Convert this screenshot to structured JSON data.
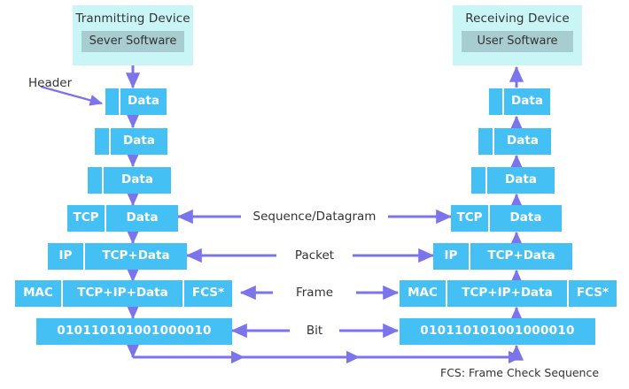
{
  "diagram": {
    "title": "TCP/IP encapsulation and decapsulation between transmitting and receiving devices",
    "colors": {
      "block_blue": "#45c0f5",
      "panel_cyan": "#c9f5f7",
      "panel_inner": "#a8cdd0",
      "arrow_purple": "#7b74ea",
      "text_dark": "#333333",
      "block_text": "#ffffff",
      "background": "#ffffff"
    }
  },
  "transmitter": {
    "device_title": "Tranmitting Device",
    "software_label": "Sever Software"
  },
  "receiver": {
    "device_title": "Receiving Device",
    "software_label": "User Software"
  },
  "annotations": {
    "header_label": "Header",
    "footnote": "FCS: Frame Check Sequence"
  },
  "layer_labels": [
    "Sequence/Datagram",
    "Packet",
    "Frame",
    "Bit"
  ],
  "left_stack": [
    {
      "name": "app-layer-1",
      "fields": [
        {
          "text": "",
          "kind": "header-stub"
        },
        {
          "text": "Data",
          "kind": "payload"
        }
      ]
    },
    {
      "name": "app-layer-2",
      "fields": [
        {
          "text": "",
          "kind": "header-stub"
        },
        {
          "text": "Data",
          "kind": "payload"
        }
      ]
    },
    {
      "name": "app-layer-3",
      "fields": [
        {
          "text": "",
          "kind": "header-stub"
        },
        {
          "text": "Data",
          "kind": "payload"
        }
      ]
    },
    {
      "name": "transport-layer",
      "fields": [
        {
          "text": "TCP",
          "kind": "header"
        },
        {
          "text": "Data",
          "kind": "payload"
        }
      ]
    },
    {
      "name": "network-layer",
      "fields": [
        {
          "text": "IP",
          "kind": "header"
        },
        {
          "text": "TCP+Data",
          "kind": "payload"
        }
      ]
    },
    {
      "name": "datalink-layer",
      "fields": [
        {
          "text": "MAC",
          "kind": "header"
        },
        {
          "text": "TCP+IP+Data",
          "kind": "payload"
        },
        {
          "text": "FCS*",
          "kind": "trailer"
        }
      ]
    },
    {
      "name": "physical-layer",
      "fields": [
        {
          "text": "010110101001000010",
          "kind": "bits"
        }
      ]
    }
  ],
  "right_stack": [
    {
      "name": "app-layer-1",
      "fields": [
        {
          "text": "",
          "kind": "header-stub"
        },
        {
          "text": "Data",
          "kind": "payload"
        }
      ]
    },
    {
      "name": "app-layer-2",
      "fields": [
        {
          "text": "",
          "kind": "header-stub"
        },
        {
          "text": "Data",
          "kind": "payload"
        }
      ]
    },
    {
      "name": "app-layer-3",
      "fields": [
        {
          "text": "",
          "kind": "header-stub"
        },
        {
          "text": "Data",
          "kind": "payload"
        }
      ]
    },
    {
      "name": "transport-layer",
      "fields": [
        {
          "text": "TCP",
          "kind": "header"
        },
        {
          "text": "Data",
          "kind": "payload"
        }
      ]
    },
    {
      "name": "network-layer",
      "fields": [
        {
          "text": "IP",
          "kind": "header"
        },
        {
          "text": "TCP+Data",
          "kind": "payload"
        }
      ]
    },
    {
      "name": "datalink-layer",
      "fields": [
        {
          "text": "MAC",
          "kind": "header"
        },
        {
          "text": "TCP+IP+Data",
          "kind": "payload"
        },
        {
          "text": "FCS*",
          "kind": "trailer"
        }
      ]
    },
    {
      "name": "physical-layer",
      "fields": [
        {
          "text": "010110101001000010",
          "kind": "bits"
        }
      ]
    }
  ]
}
